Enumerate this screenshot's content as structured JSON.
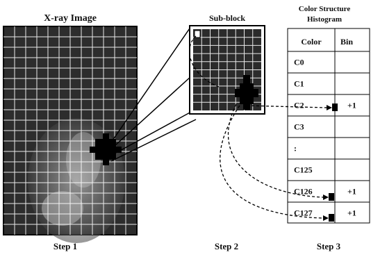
{
  "titles": {
    "xray": "X-ray Image",
    "subblock": "Sub-block",
    "histogram_line1": "Color Structure",
    "histogram_line2": "Histogram"
  },
  "steps": [
    "Step 1",
    "Step 2",
    "Step 3"
  ],
  "table": {
    "headers": [
      "Color",
      "Bin"
    ],
    "rows": [
      {
        "color": "C0",
        "bin": ""
      },
      {
        "color": "C1",
        "bin": ""
      },
      {
        "color": "C2",
        "bin": "+1"
      },
      {
        "color": "C3",
        "bin": ""
      },
      {
        "color": ":",
        "bin": ""
      },
      {
        "color": "C125",
        "bin": ""
      },
      {
        "color": "C126",
        "bin": "+1"
      },
      {
        "color": "C127",
        "bin": "+1"
      }
    ]
  }
}
